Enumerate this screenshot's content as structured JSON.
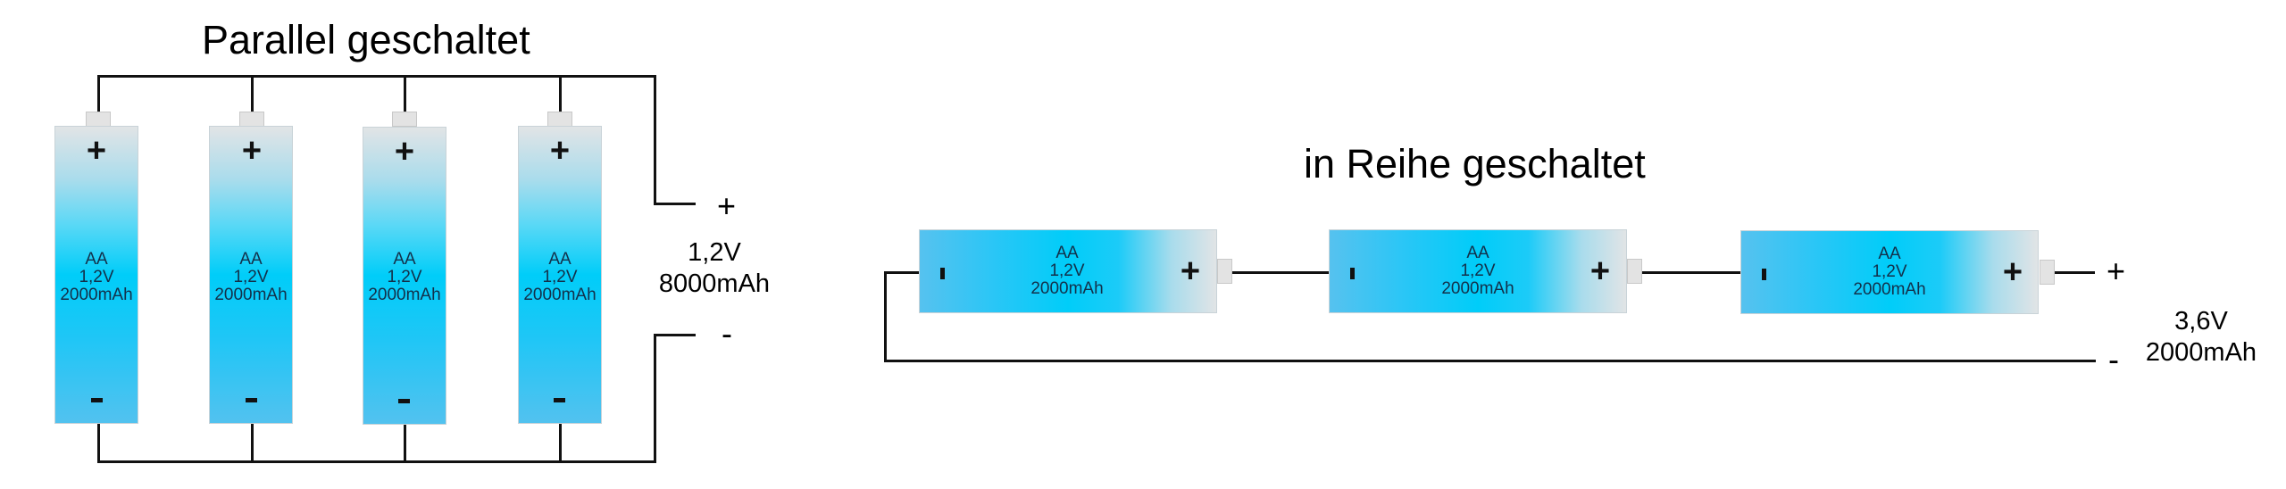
{
  "parallel": {
    "title": "Parallel geschaltet",
    "batteries": [
      {
        "type": "AA",
        "voltage": "1,2V",
        "capacity": "2000mAh",
        "plus": "+",
        "minus": "-"
      },
      {
        "type": "AA",
        "voltage": "1,2V",
        "capacity": "2000mAh",
        "plus": "+",
        "minus": "-"
      },
      {
        "type": "AA",
        "voltage": "1,2V",
        "capacity": "2000mAh",
        "plus": "+",
        "minus": "-"
      },
      {
        "type": "AA",
        "voltage": "1,2V",
        "capacity": "2000mAh",
        "plus": "+",
        "minus": "-"
      }
    ],
    "terminal_plus": "+",
    "terminal_minus": "-",
    "total_voltage": "1,2V",
    "total_capacity": "8000mAh"
  },
  "series": {
    "title": "in Reihe geschaltet",
    "batteries": [
      {
        "type": "AA",
        "voltage": "1,2V",
        "capacity": "2000mAh",
        "plus": "+",
        "minus": "-"
      },
      {
        "type": "AA",
        "voltage": "1,2V",
        "capacity": "2000mAh",
        "plus": "+",
        "minus": "-"
      },
      {
        "type": "AA",
        "voltage": "1,2V",
        "capacity": "2000mAh",
        "plus": "+",
        "minus": "-"
      }
    ],
    "terminal_plus": "+",
    "terminal_minus": "-",
    "total_voltage": "3,6V",
    "total_capacity": "2000mAh"
  },
  "colors": {
    "battery_cyan": "#00cdf9",
    "battery_light": "#52c2ef",
    "battery_cap": "#e1e4e6",
    "wire": "#111111"
  }
}
